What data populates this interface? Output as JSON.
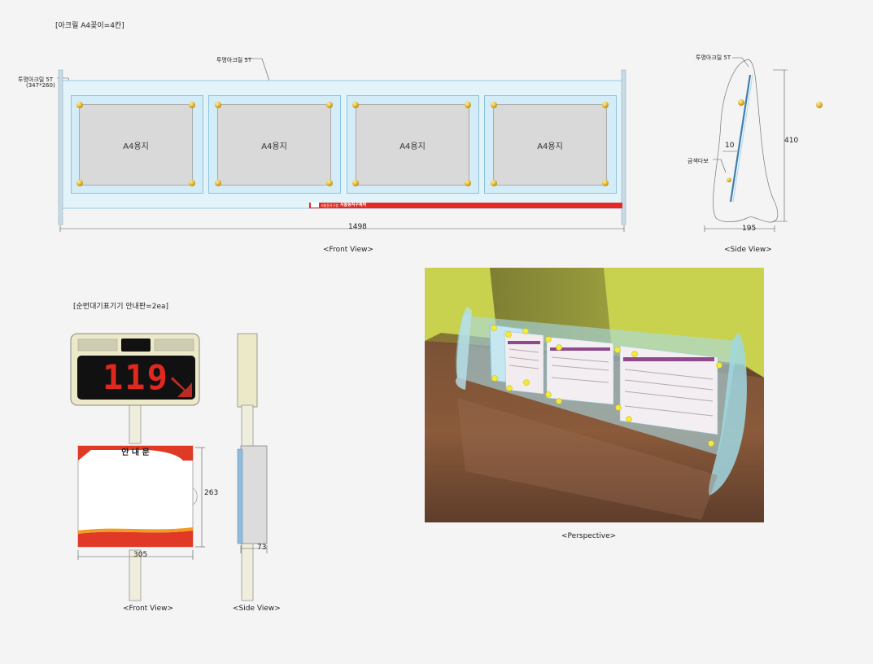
{
  "top_section": {
    "title": "[아크릴 A4꽂이=4칸]",
    "label_top": "투명아크릴 5T",
    "label_left_1": "투명아크릴 5T",
    "label_left_2": "(347*260)",
    "paper_label": "A4용지",
    "brand_small": "서울동작구청",
    "brand_text": "서울동작구제작",
    "width_dim": "1498",
    "front_view": "<Front View>"
  },
  "side_section": {
    "label_top": "투명아크릴 5T",
    "height_dim": "410",
    "depth_dim": "10",
    "gold_label": "금색다보",
    "base_dim": "195",
    "side_view": "<Side View>"
  },
  "bottom_left": {
    "title": "[순번대기표기기 안내판=2ea]",
    "display_number": "119",
    "notice_title": "안 내 문",
    "height_dim": "263",
    "width_dim": "305",
    "depth_dim": "73",
    "front_view": "<Front View>",
    "side_view": "<Side View>"
  },
  "perspective": {
    "caption": "<Perspective>",
    "colors": {
      "wall": "#c9d24e",
      "floor": "#6e4a34",
      "acrylic": "#a9dbe8",
      "pin": "#f4ea3a"
    }
  }
}
